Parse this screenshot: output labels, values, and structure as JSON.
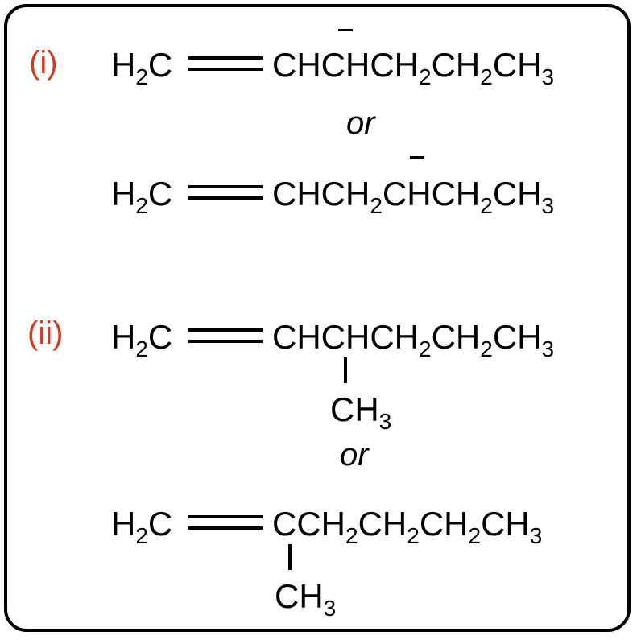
{
  "labels": {
    "i": "(i)",
    "ii": "(ii)"
  },
  "connector": "or",
  "colors": {
    "label": "#d23a1f",
    "ink": "#000000"
  },
  "structures": {
    "s1": {
      "left": "H",
      "left_sub": "2",
      "left_c": "C",
      "right_pre": "CH",
      "right_anion": "C",
      "right_post": "HCH",
      "sub_a": "2",
      "post_b": "CH",
      "sub_b": "2",
      "post_c": "CH",
      "sub_c": "3"
    },
    "s2": {
      "left": "H",
      "left_sub": "2",
      "left_c": "C",
      "right_pre": "CHCH",
      "sub_0": "2",
      "right_anion": "C",
      "right_post": "HCH",
      "sub_a": "2",
      "post_c": "CH",
      "sub_c": "3"
    },
    "s3": {
      "left": "H",
      "left_sub": "2",
      "left_c": "C",
      "right_pre": "CHCHCH",
      "sub_a": "2",
      "post_b": "CH",
      "sub_b": "2",
      "post_c": "CH",
      "sub_c": "3",
      "branch": "CH",
      "branch_sub": "3"
    },
    "s4": {
      "left": "H",
      "left_sub": "2",
      "left_c": "C",
      "right_pre": "CCH",
      "sub_a": "2",
      "post_b": "CH",
      "sub_b": "2",
      "post_c": "CH",
      "sub_c": "2",
      "post_d": "CH",
      "sub_d": "3",
      "branch": "CH",
      "branch_sub": "3"
    }
  }
}
